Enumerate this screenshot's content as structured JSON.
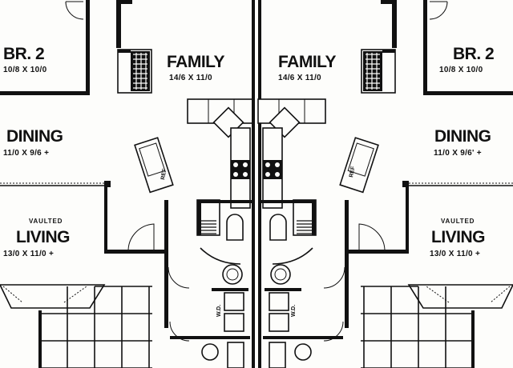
{
  "plan": {
    "units": [
      {
        "family": {
          "name": "FAMILY",
          "size": "14/6 X 11/0"
        },
        "bedroom": {
          "name": "BR. 2",
          "size": "10/8 X 10/0"
        },
        "dining": {
          "name": "DINING",
          "size": "11/0 X 9/6 +"
        },
        "living": {
          "note": "VAULTED",
          "name": "LIVING",
          "size": "13/0 X 11/0 +"
        },
        "ref_label": "REF",
        "wd_label": "W.D."
      },
      {
        "family": {
          "name": "FAMILY",
          "size": "14/6 X 11/0"
        },
        "bedroom": {
          "name": "BR. 2",
          "size": "10/8 X 10/0"
        },
        "dining": {
          "name": "DINING",
          "size": "11/0 X 9/6' +"
        },
        "living": {
          "note": "VAULTED",
          "name": "LIVING",
          "size": "13/0 X 11/0 +"
        },
        "ref_label": "REF",
        "wd_label": "W.D."
      }
    ]
  }
}
